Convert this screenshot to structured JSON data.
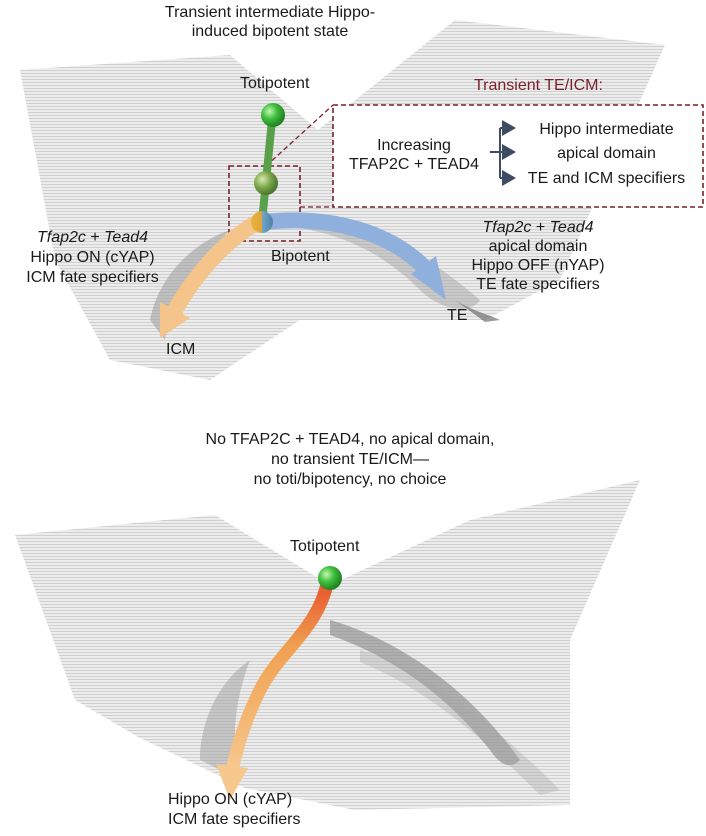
{
  "colors": {
    "landscape": "#8c8c8c",
    "highlight_box": "#7a1f2b",
    "te_arrow": "#8fb0dc",
    "icm_arrow": "#f4c48a",
    "totipotent_ball": "#3fbf3f",
    "bracket": "#3d4b63"
  },
  "top_panel": {
    "title_line1": "Transient intermediate Hippo-",
    "title_line2": "induced bipotent state",
    "totipotent_label": "Totipotent",
    "bipotent_label": "Bipotent",
    "te_label": "TE",
    "icm_label": "ICM",
    "box_title": "Transient TE/ICM:",
    "box_input_line1": "Increasing",
    "box_input_line2": "TFAP2C + TEAD4",
    "box_outputs": [
      "Hippo intermediate",
      "apical domain",
      "TE and ICM specifiers"
    ],
    "left_text": {
      "gene1": "Tfap2c",
      "plus": " + ",
      "gene2": "Tead4",
      "line2": "Hippo ON (cYAP)",
      "line3": "ICM fate specifiers"
    },
    "right_text": {
      "gene1": "Tfap2c",
      "plus": " + ",
      "gene2": "Tead4",
      "line2": "apical domain",
      "line3": "Hippo OFF (nYAP)",
      "line4": "TE fate specifiers"
    }
  },
  "bottom_panel": {
    "title_line1": "No TFAP2C + TEAD4, no apical domain,",
    "title_line2": "no transient TE/ICM—",
    "title_line3": "no toti/bipotency, no choice",
    "totipotent_label": "Totipotent",
    "bottom_line1": "Hippo ON (cYAP)",
    "bottom_line2": "ICM fate specifiers"
  }
}
